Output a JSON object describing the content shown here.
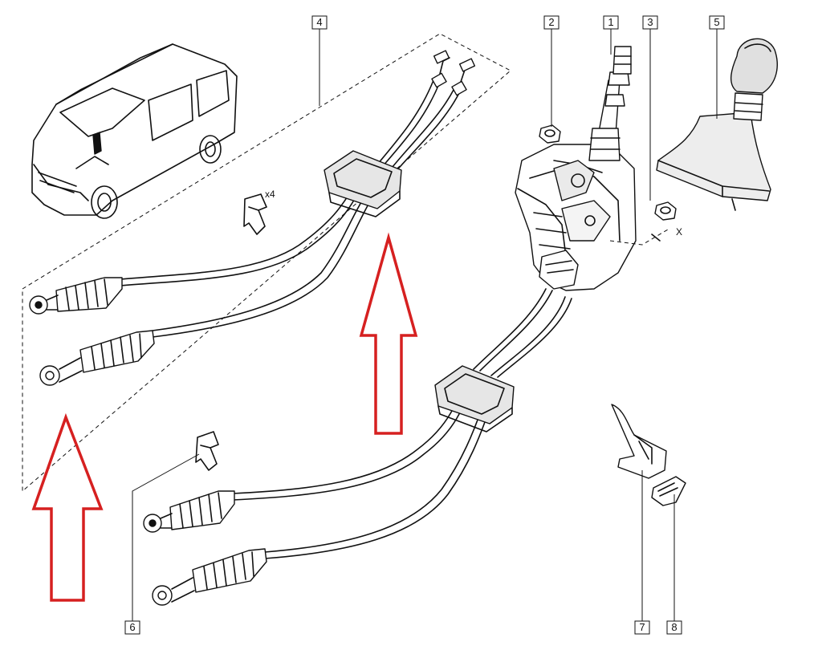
{
  "callouts": [
    {
      "label": "1"
    },
    {
      "label": "2"
    },
    {
      "label": "3"
    },
    {
      "label": "4"
    },
    {
      "label": "5"
    },
    {
      "label": "6"
    },
    {
      "label": "7"
    },
    {
      "label": "8"
    }
  ],
  "annotations": {
    "clip_quantity": "x4",
    "axis_marker": "X"
  },
  "colors": {
    "ink": "#111111",
    "highlight_arrow": "#d62020",
    "boot_fill": "#ededed",
    "grommet_fill": "#e6e6e6"
  }
}
